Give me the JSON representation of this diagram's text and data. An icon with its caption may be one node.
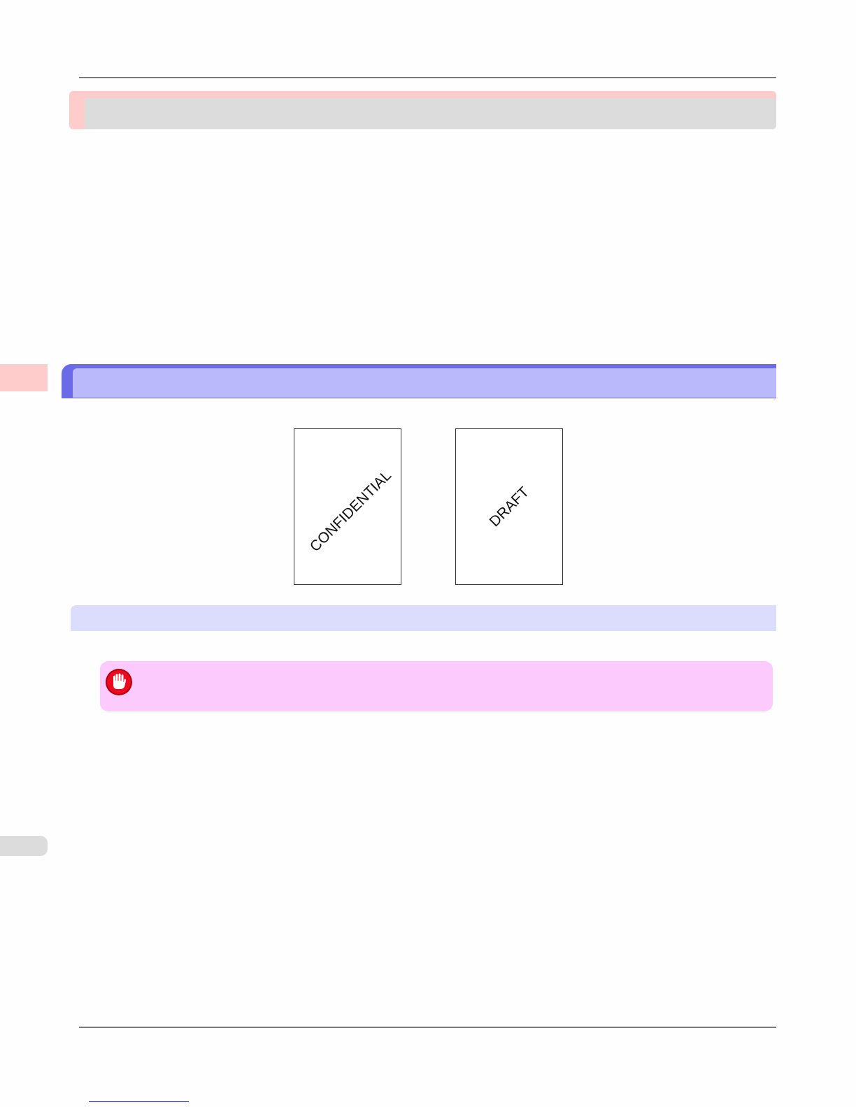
{
  "diagram": {
    "nodes": [
      {
        "text": [],
        "shape": "bar"
      },
      {
        "text": [],
        "shape": "bar"
      },
      {
        "text": [
          "CONFIDENTIAL"
        ]
      },
      {
        "text": [
          "DRAFT"
        ]
      },
      {
        "text": [],
        "shape": "bar"
      },
      {
        "text": [],
        "shape": "box"
      }
    ]
  }
}
